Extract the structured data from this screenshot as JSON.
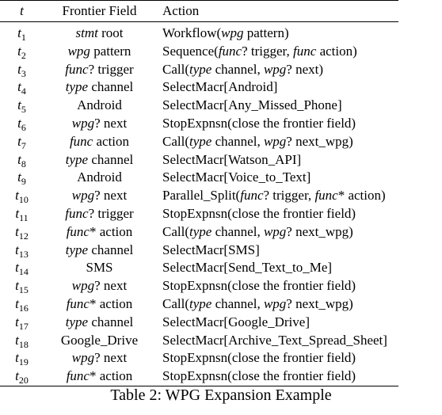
{
  "table": {
    "headers": {
      "t": "t",
      "frontier": "Frontier Field",
      "action": "Action"
    },
    "rows": [
      {
        "t_var": "t",
        "t_sub": "1",
        "frontier": [
          {
            "i": "stmt"
          },
          {
            "r": " root"
          }
        ],
        "action": [
          {
            "r": "Workflow("
          },
          {
            "i": "wpg"
          },
          {
            "r": " pattern)"
          }
        ]
      },
      {
        "t_var": "t",
        "t_sub": "2",
        "frontier": [
          {
            "i": "wpg"
          },
          {
            "r": " pattern"
          }
        ],
        "action": [
          {
            "r": "Sequence("
          },
          {
            "i": "func"
          },
          {
            "r": "? trigger, "
          },
          {
            "i": "func"
          },
          {
            "r": " action)"
          }
        ]
      },
      {
        "t_var": "t",
        "t_sub": "3",
        "frontier": [
          {
            "i": "func"
          },
          {
            "r": "? trigger"
          }
        ],
        "action": [
          {
            "r": "Call("
          },
          {
            "i": "type"
          },
          {
            "r": " channel, "
          },
          {
            "i": "wpg"
          },
          {
            "r": "? next)"
          }
        ]
      },
      {
        "t_var": "t",
        "t_sub": "4",
        "frontier": [
          {
            "i": "type"
          },
          {
            "r": " channel"
          }
        ],
        "action": [
          {
            "r": "SelectMacr[Android]"
          }
        ]
      },
      {
        "t_var": "t",
        "t_sub": "5",
        "frontier": [
          {
            "r": "Android"
          }
        ],
        "action": [
          {
            "r": "SelectMacr[Any_Missed_Phone]"
          }
        ]
      },
      {
        "t_var": "t",
        "t_sub": "6",
        "frontier": [
          {
            "i": "wpg"
          },
          {
            "r": "? next"
          }
        ],
        "action": [
          {
            "r": "StopExpnsn(close the frontier field)"
          }
        ]
      },
      {
        "t_var": "t",
        "t_sub": "7",
        "frontier": [
          {
            "i": "func"
          },
          {
            "r": " action"
          }
        ],
        "action": [
          {
            "r": "Call("
          },
          {
            "i": "type"
          },
          {
            "r": " channel, "
          },
          {
            "i": "wpg"
          },
          {
            "r": "? next_wpg)"
          }
        ]
      },
      {
        "t_var": "t",
        "t_sub": "8",
        "frontier": [
          {
            "i": "type"
          },
          {
            "r": " channel"
          }
        ],
        "action": [
          {
            "r": "SelectMacr[Watson_API]"
          }
        ]
      },
      {
        "t_var": "t",
        "t_sub": "9",
        "frontier": [
          {
            "r": "Android"
          }
        ],
        "action": [
          {
            "r": "SelectMacr[Voice_to_Text]"
          }
        ]
      },
      {
        "t_var": "t",
        "t_sub": "10",
        "frontier": [
          {
            "i": "wpg"
          },
          {
            "r": "? next"
          }
        ],
        "action": [
          {
            "r": "Parallel_Split("
          },
          {
            "i": "func"
          },
          {
            "r": "? trigger, "
          },
          {
            "i": "func"
          },
          {
            "r": "* action)"
          }
        ]
      },
      {
        "t_var": "t",
        "t_sub": "11",
        "frontier": [
          {
            "i": "func"
          },
          {
            "r": "? trigger"
          }
        ],
        "action": [
          {
            "r": "StopExpnsn(close the frontier field)"
          }
        ]
      },
      {
        "t_var": "t",
        "t_sub": "12",
        "frontier": [
          {
            "i": "func"
          },
          {
            "r": "* action"
          }
        ],
        "action": [
          {
            "r": "Call("
          },
          {
            "i": "type"
          },
          {
            "r": " channel, "
          },
          {
            "i": "wpg"
          },
          {
            "r": "? next_wpg)"
          }
        ]
      },
      {
        "t_var": "t",
        "t_sub": "13",
        "frontier": [
          {
            "i": "type"
          },
          {
            "r": " channel"
          }
        ],
        "action": [
          {
            "r": "SelectMacr[SMS]"
          }
        ]
      },
      {
        "t_var": "t",
        "t_sub": "14",
        "frontier": [
          {
            "r": "SMS"
          }
        ],
        "action": [
          {
            "r": "SelectMacr[Send_Text_to_Me]"
          }
        ]
      },
      {
        "t_var": "t",
        "t_sub": "15",
        "frontier": [
          {
            "i": "wpg"
          },
          {
            "r": "? next"
          }
        ],
        "action": [
          {
            "r": "StopExpnsn(close the frontier field)"
          }
        ]
      },
      {
        "t_var": "t",
        "t_sub": "16",
        "frontier": [
          {
            "i": "func"
          },
          {
            "r": "* action"
          }
        ],
        "action": [
          {
            "r": "Call("
          },
          {
            "i": "type"
          },
          {
            "r": " channel, "
          },
          {
            "i": "wpg"
          },
          {
            "r": "? next_wpg)"
          }
        ]
      },
      {
        "t_var": "t",
        "t_sub": "17",
        "frontier": [
          {
            "i": "type"
          },
          {
            "r": " channel"
          }
        ],
        "action": [
          {
            "r": "SelectMacr[Google_Drive]"
          }
        ]
      },
      {
        "t_var": "t",
        "t_sub": "18",
        "frontier": [
          {
            "r": "Google_Drive"
          }
        ],
        "action": [
          {
            "r": "SelectMacr[Archive_Text_Spread_Sheet]"
          }
        ]
      },
      {
        "t_var": "t",
        "t_sub": "19",
        "frontier": [
          {
            "i": "wpg"
          },
          {
            "r": "? next"
          }
        ],
        "action": [
          {
            "r": "StopExpnsn(close the frontier field)"
          }
        ]
      },
      {
        "t_var": "t",
        "t_sub": "20",
        "frontier": [
          {
            "i": "func"
          },
          {
            "r": "* action"
          }
        ],
        "action": [
          {
            "r": "StopExpnsn(close the frontier field)"
          }
        ]
      }
    ]
  },
  "caption": "Table 2: WPG Expansion Example"
}
